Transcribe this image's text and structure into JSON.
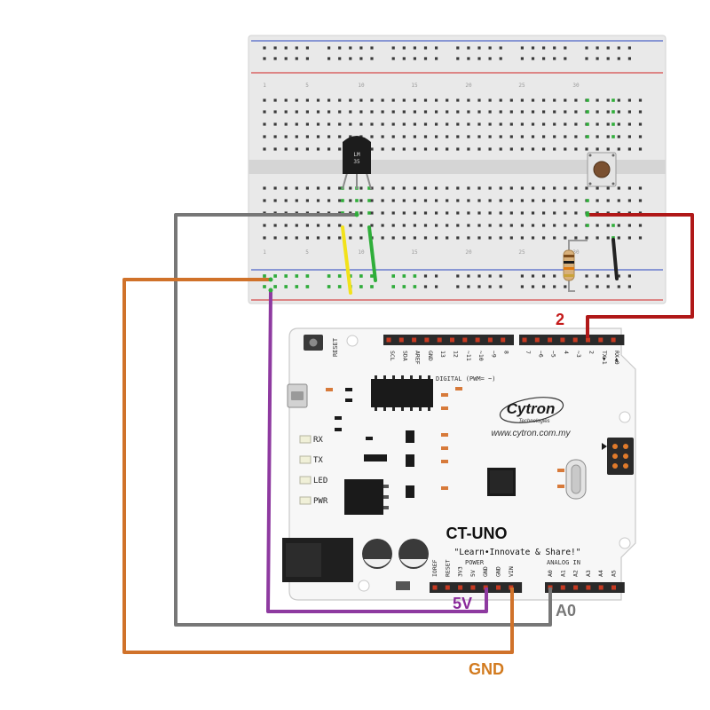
{
  "board": {
    "name": "CT-UNO",
    "tagline": "\"Learn•Innovate & Share!\"",
    "brand": "Cytron",
    "brand_sub": "Technologies",
    "website": "www.cytron.com.my",
    "reset_label": "RESET",
    "digital_label": "DIGITAL (PWM= ~)",
    "power_label": "POWER",
    "analog_label": "ANALOG IN",
    "leds": [
      {
        "label": "RX"
      },
      {
        "label": "TX"
      },
      {
        "label": "LED"
      },
      {
        "label": "PWR"
      }
    ],
    "top_left_pins": [
      "SCL",
      "SDA",
      "AREF",
      "GND",
      "13",
      "12",
      "~11",
      "~10",
      "~9",
      "8"
    ],
    "top_right_pins": [
      "7",
      "~6",
      "~5",
      "4",
      "~3",
      "2",
      "TX▶1",
      "RX◀0"
    ],
    "power_pins": [
      "IOREF",
      "RESET",
      "3V3",
      "5V",
      "GND",
      "GND",
      "VIN"
    ],
    "analog_pins": [
      "A0",
      "A1",
      "A2",
      "A3",
      "A4",
      "A5"
    ]
  },
  "sensor": {
    "label_line1": "LM",
    "label_line2": "35"
  },
  "breadboard": {
    "row_numbers": [
      "1",
      "5",
      "10",
      "15",
      "20",
      "25",
      "30"
    ]
  },
  "annotations": {
    "pin2": "2",
    "v5": "5V",
    "a0": "A0",
    "gnd": "GND"
  },
  "colors": {
    "red_wire": "#b01818",
    "gray_wire": "#777777",
    "orange_wire": "#d0722a",
    "purple_wire": "#8e3aa0",
    "yellow_wire": "#f2e21a",
    "green_wire": "#2fae3a",
    "black_wire": "#222222",
    "label_red": "#c41a1a",
    "label_purple": "#8a2a9a",
    "label_gray": "#777777",
    "label_orange": "#d27a1e"
  }
}
